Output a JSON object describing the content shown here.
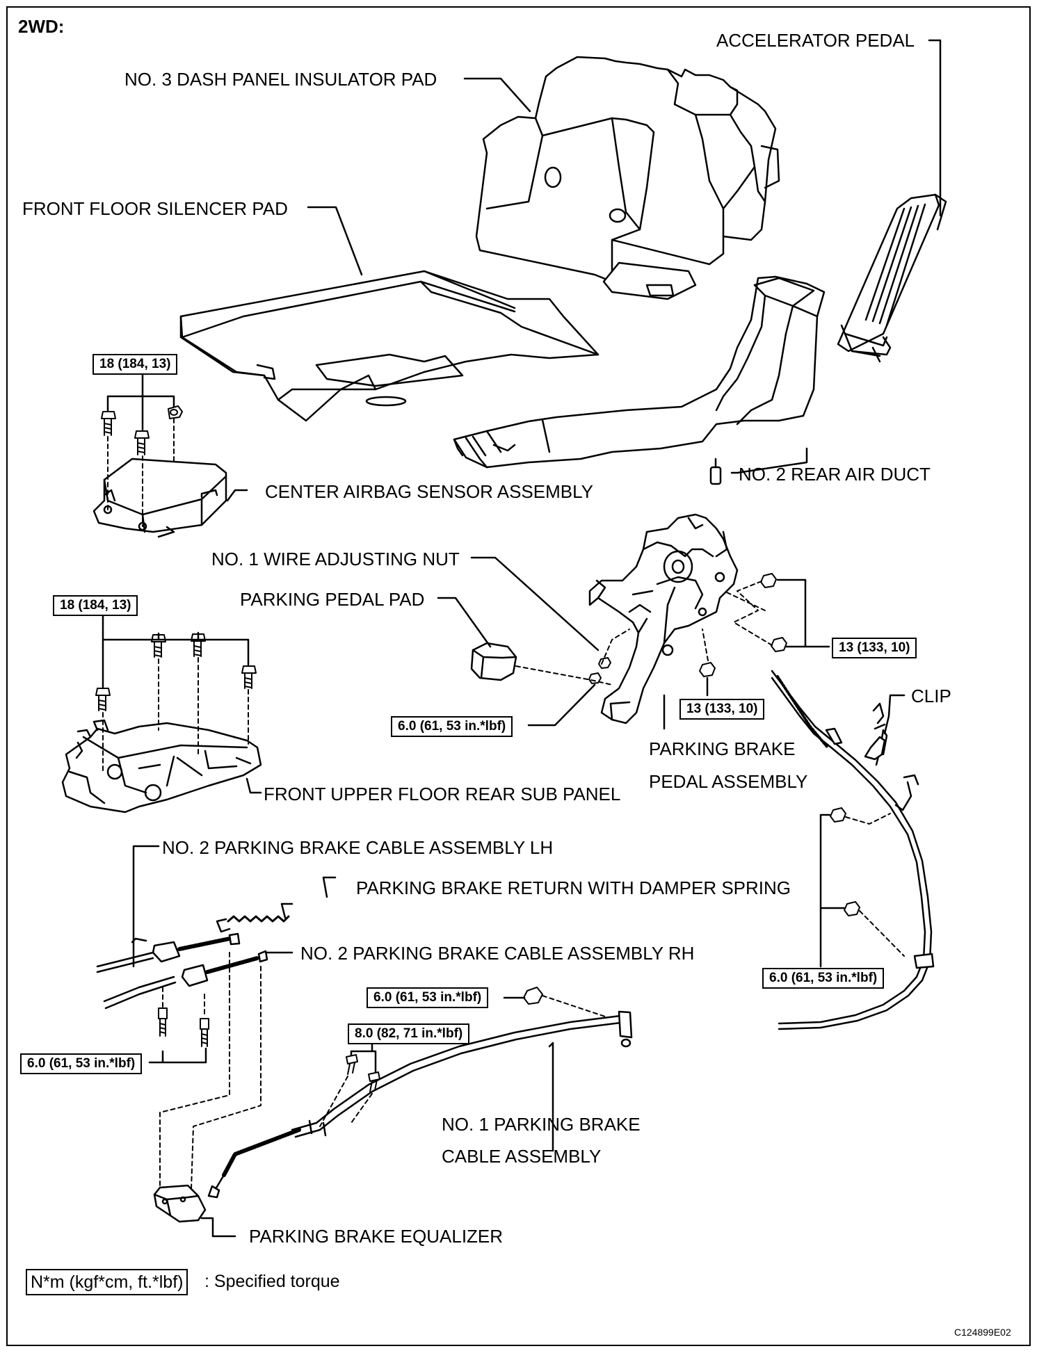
{
  "header": "2WD:",
  "labels": {
    "accelerator_pedal": "ACCELERATOR PEDAL",
    "dash_panel_pad": "NO. 3 DASH PANEL INSULATOR PAD",
    "floor_silencer_pad": "FRONT FLOOR SILENCER PAD",
    "airbag_sensor": "CENTER AIRBAG SENSOR ASSEMBLY",
    "rear_air_duct": "NO. 2 REAR AIR DUCT",
    "wire_adjusting_nut": "NO. 1 WIRE ADJUSTING NUT",
    "parking_pedal_pad": "PARKING PEDAL PAD",
    "clip": "CLIP",
    "brake_pedal_line1": "PARKING BRAKE",
    "brake_pedal_line2": "PEDAL ASSEMBLY",
    "rear_sub_panel": "FRONT UPPER FLOOR REAR SUB PANEL",
    "cable_lh": "NO. 2 PARKING BRAKE CABLE ASSEMBLY LH",
    "return_spring": "PARKING BRAKE RETURN WITH DAMPER SPRING",
    "cable_rh": "NO. 2 PARKING BRAKE CABLE ASSEMBLY RH",
    "cable_no1_line1": "NO. 1 PARKING BRAKE",
    "cable_no1_line2": "CABLE ASSEMBLY",
    "equalizer": "PARKING BRAKE EQUALIZER"
  },
  "torques": {
    "airbag": "18 (184, 13)",
    "sub_panel": "18 (184, 13)",
    "pedal_nuts": "13 (133, 10)",
    "pedal_lower": "13 (133, 10)",
    "adjust_nut": "6.0 (61, 53 in.*lbf)",
    "cable_right": "6.0 (61, 53 in.*lbf)",
    "cable_mid": "6.0 (61, 53 in.*lbf)",
    "cable_bolts": "8.0 (82, 71 in.*lbf)",
    "cable_left": "6.0 (61, 53 in.*lbf)"
  },
  "legend": {
    "box": "N*m (kgf*cm, ft.*lbf)",
    "text": ": Specified torque"
  },
  "code": "C124899E02"
}
